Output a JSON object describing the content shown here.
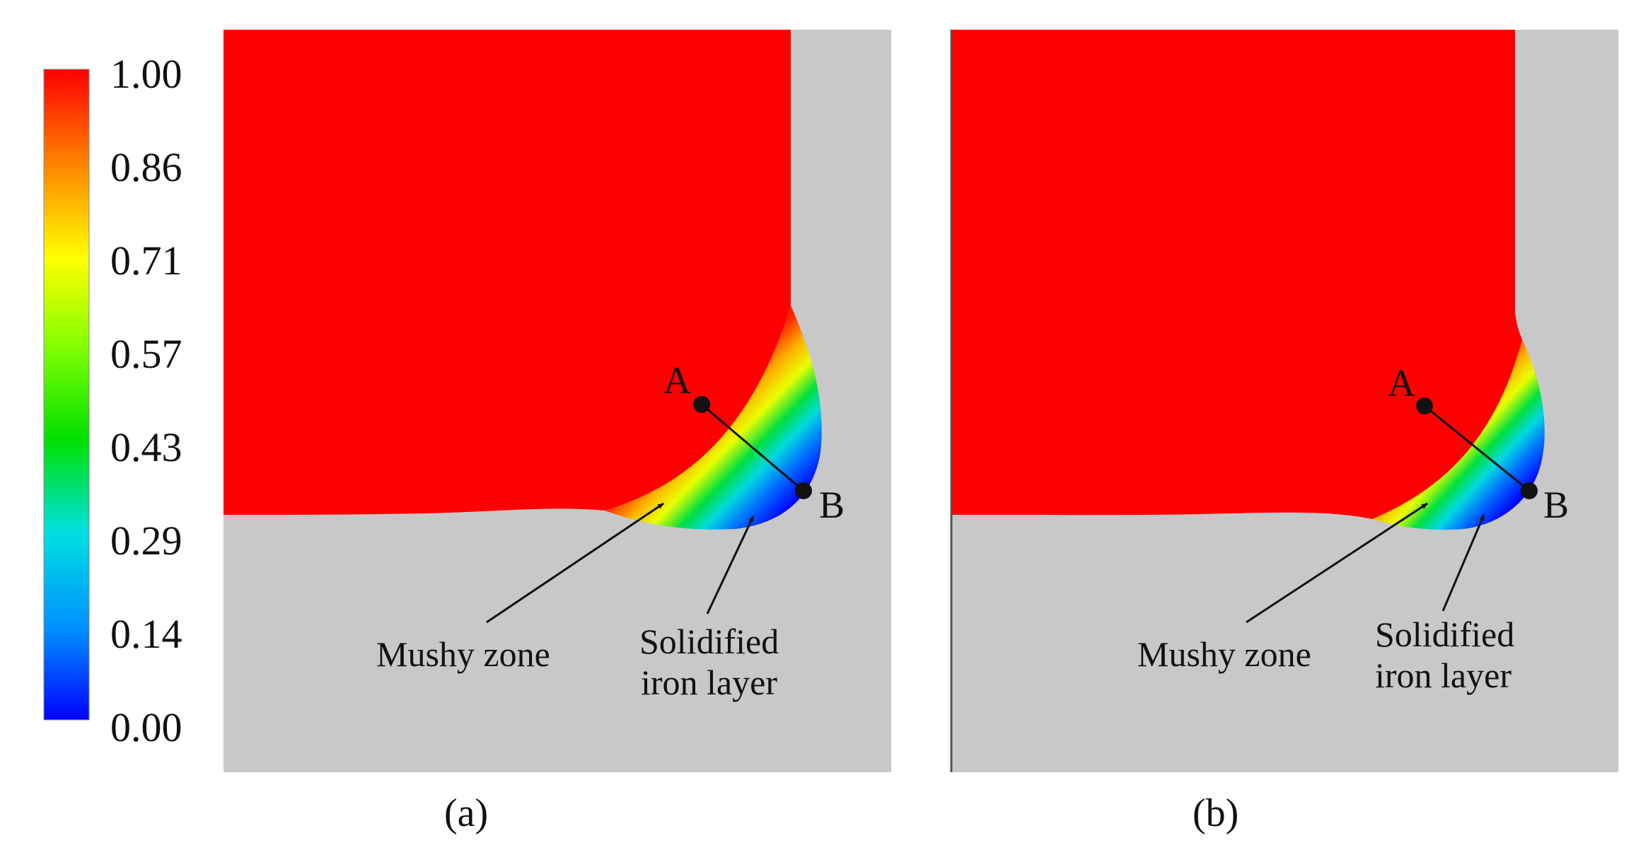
{
  "colorbar": {
    "ticks": [
      "1.00",
      "0.86",
      "0.71",
      "0.57",
      "0.43",
      "0.29",
      "0.14",
      "0.00"
    ],
    "colors": [
      "#ff0000",
      "#ff7f00",
      "#ffff00",
      "#00e000",
      "#00e0e0",
      "#0090ff",
      "#0000ff"
    ]
  },
  "colors": {
    "liquid": "#ff0000",
    "wall": "#c8c8c8",
    "background": "#ffffff"
  },
  "panel_a": {
    "caption": "(a)",
    "point_a": "A",
    "point_b": "B",
    "mushy_zone": "Mushy zone",
    "solidified_line1": "Solidified",
    "solidified_line2": "iron layer"
  },
  "panel_b": {
    "caption": "(b)",
    "point_a": "A",
    "point_b": "B",
    "mushy_zone": "Mushy zone",
    "solidified_line1": "Solidified",
    "solidified_line2": "iron layer"
  }
}
